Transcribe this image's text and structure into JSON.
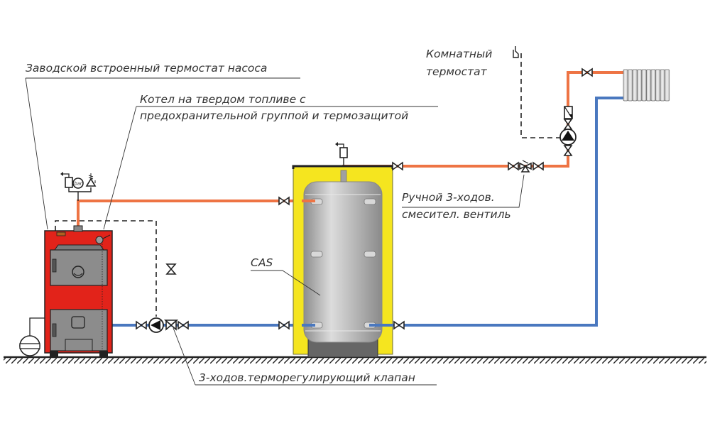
{
  "labels": {
    "pump_thermostat": "Заводской встроенный термостат насоса",
    "boiler_line1": "Котел на твердом топливе с",
    "boiler_line2": "предохранительной группой и термозащитой",
    "room_thermostat_line1": "Комнатный",
    "room_thermostat_line2": "термостат",
    "mixing_valve_line1": "Ручной 3-ходов.",
    "mixing_valve_line2": "смесител. вентиль",
    "tank": "CAS",
    "thermo_valve": "3-ходов.терморегулирующий клапан",
    "pressure_gauge_unit": "bar"
  },
  "colors": {
    "hot_pipe": "#ee7444",
    "cold_pipe": "#4a78bf",
    "mixed_pipe": "#7a5aa0",
    "boiler_body": "#e2231a",
    "boiler_panel": "#8c8c8c",
    "insulation": "#f5e51f",
    "tank": "#b8b8b8"
  }
}
